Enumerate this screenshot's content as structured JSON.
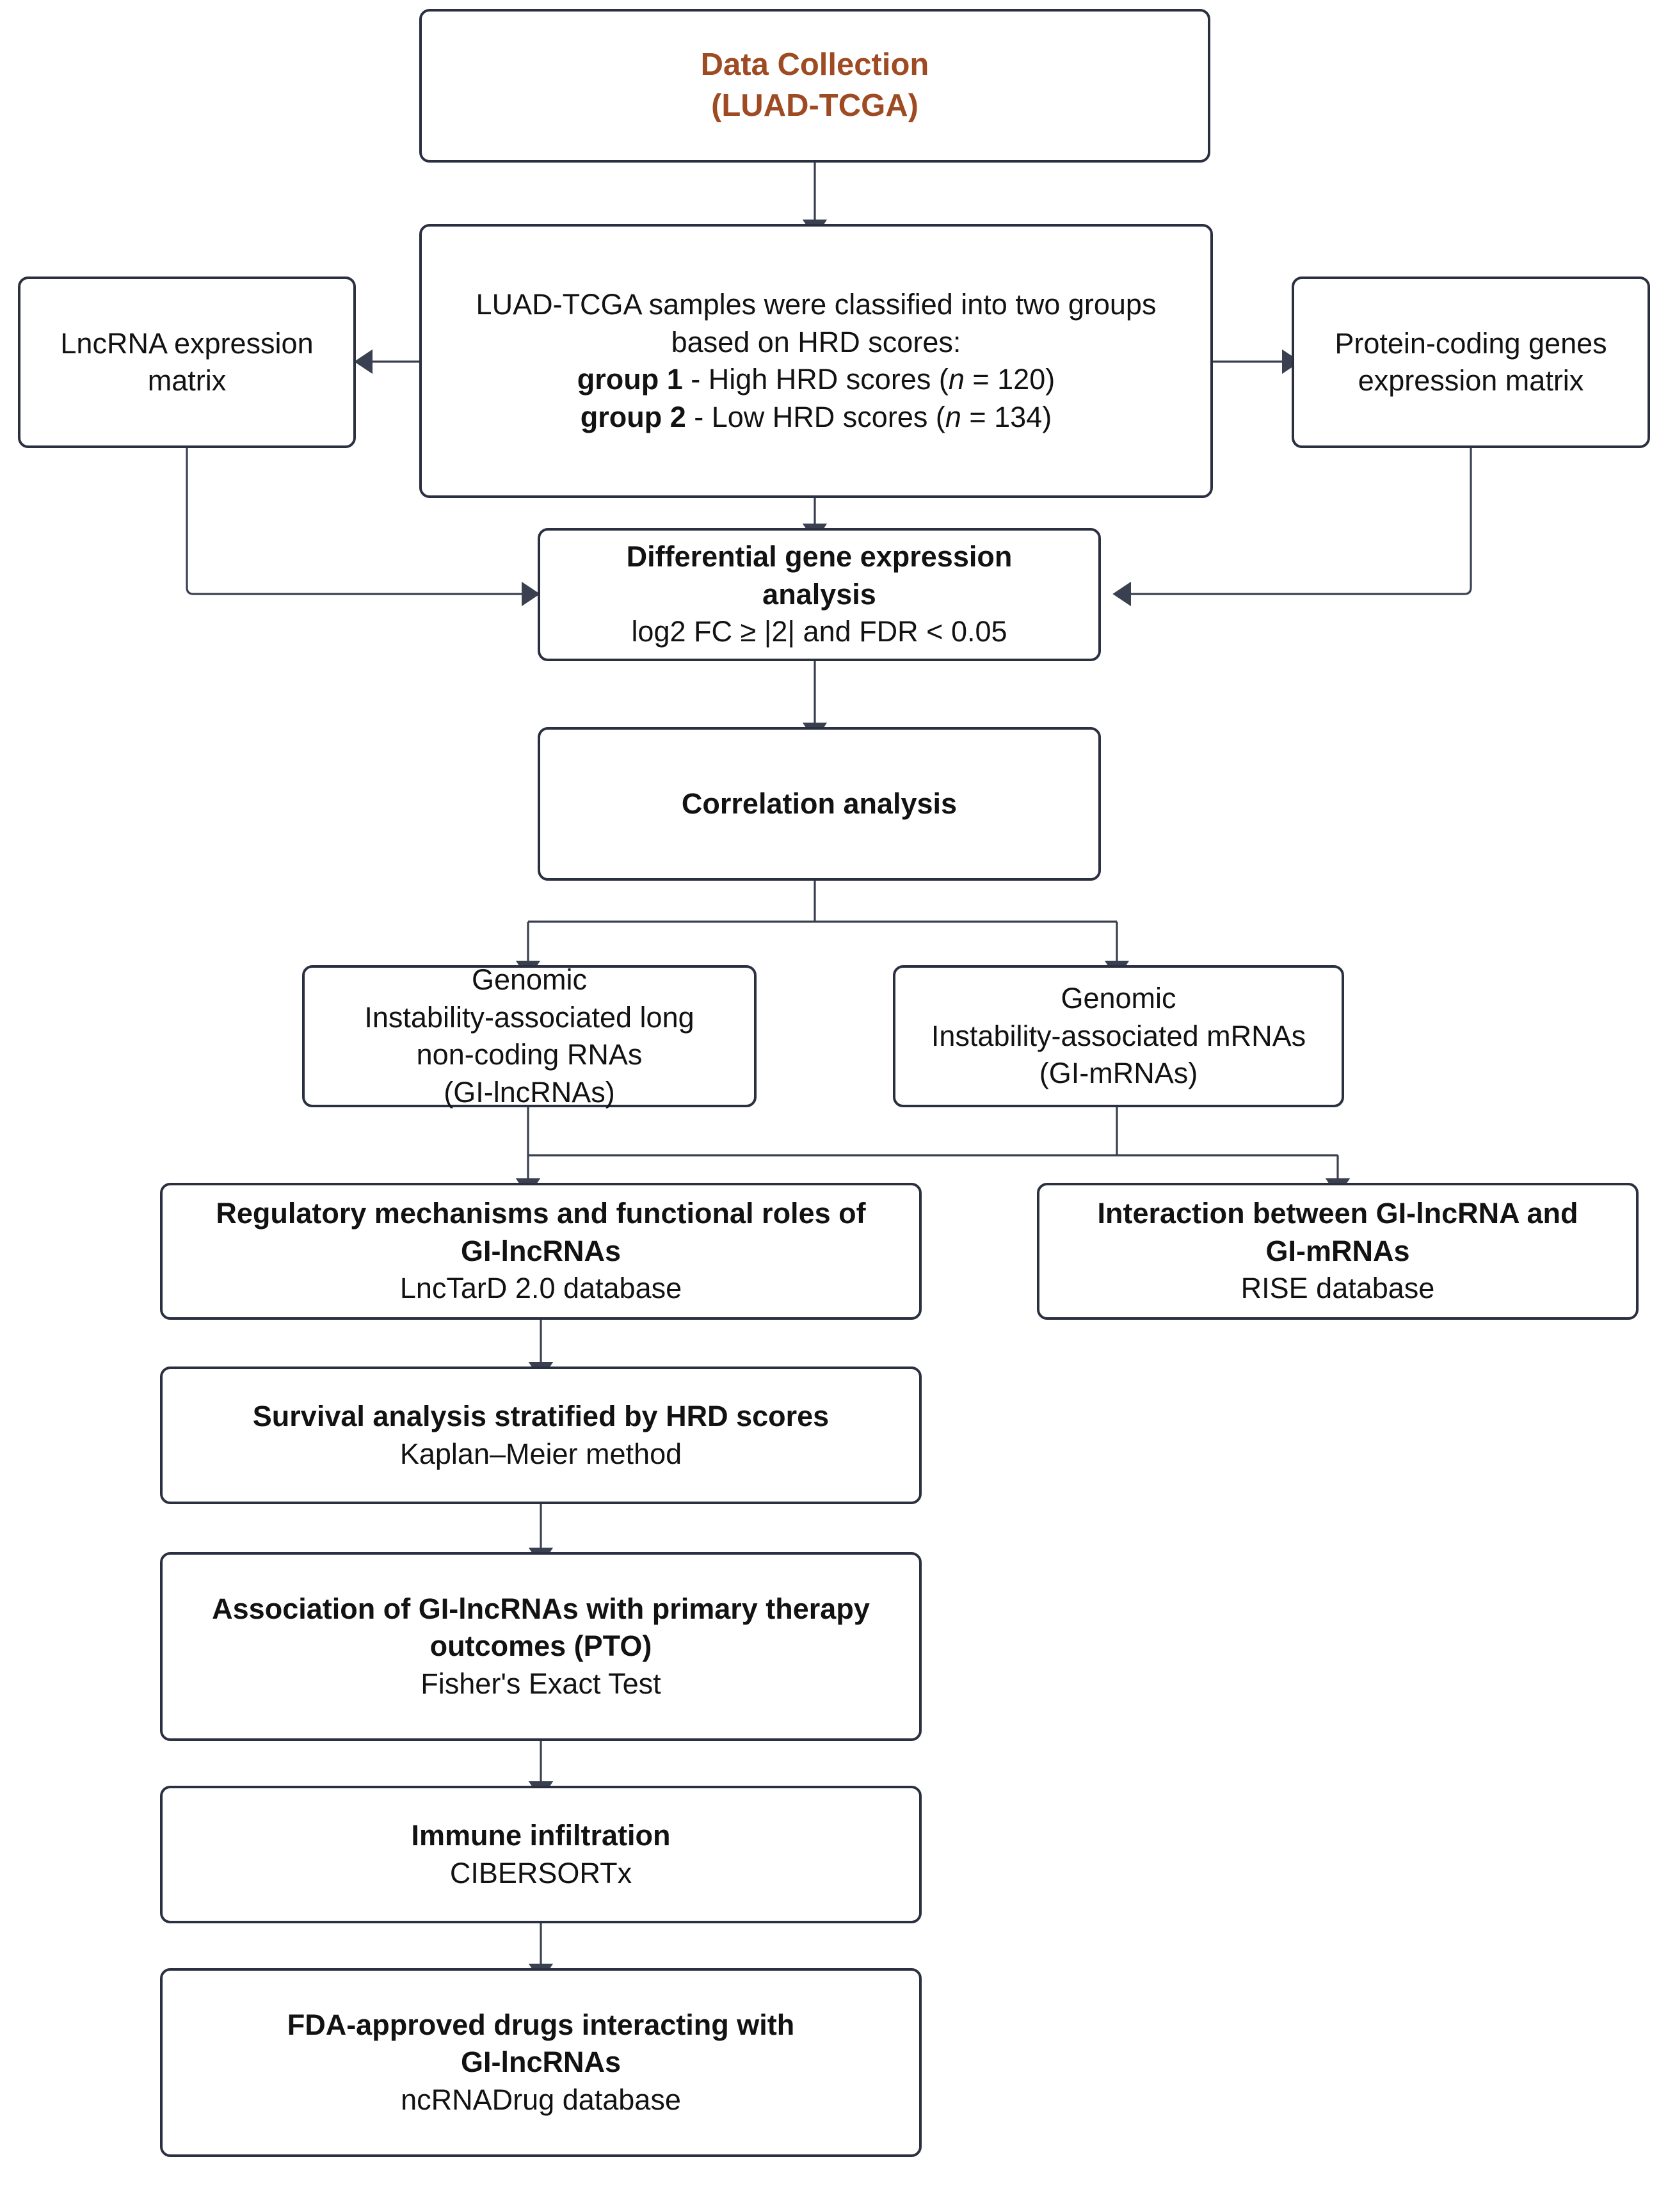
{
  "diagram": {
    "title": "Study workflow flowchart",
    "colors": {
      "accent_title": "#9E4A22",
      "node_border": "#2b3040",
      "connector": "#3a4050",
      "background": "#ffffff",
      "text": "#121212"
    },
    "nodes": {
      "data_collection": {
        "line1": "Data Collection",
        "line2": "(LUAD-TCGA)"
      },
      "classification": {
        "line1": "LUAD-TCGA samples were classified into two groups",
        "line2": "based on HRD scores:",
        "group1_label": "group 1",
        "group1_rest_pre": " - High HRD scores (",
        "group1_n": "n",
        "group1_rest_post": " = 120)",
        "group2_label": "group 2",
        "group2_rest_pre": " - Low HRD scores (",
        "group2_n": "n",
        "group2_rest_post": " = 134)"
      },
      "lncrna_matrix": {
        "line1": "LncRNA expression",
        "line2": "matrix"
      },
      "protein_matrix": {
        "line1": "Protein-coding genes",
        "line2": "expression matrix"
      },
      "differential": {
        "line1": "Differential gene expression",
        "line2": "analysis",
        "line3": "log2 FC ≥ |2| and FDR < 0.05"
      },
      "correlation": {
        "line1": "Correlation analysis"
      },
      "gi_lncrnas": {
        "line1": "Genomic",
        "line2": "Instability-associated long",
        "line3": "non-coding RNAs",
        "line4": "(GI-lncRNAs)"
      },
      "gi_mrnas": {
        "line1": "Genomic",
        "line2": "Instability-associated mRNAs",
        "line3": "(GI-mRNAs)"
      },
      "regulatory": {
        "line1": "Regulatory mechanisms and functional roles of",
        "line2": "GI-lncRNAs",
        "line3": "LncTarD 2.0 database"
      },
      "interaction": {
        "line1": "Interaction between GI-lncRNA and",
        "line2": "GI-mRNAs",
        "line3": "RISE database"
      },
      "survival": {
        "line1": "Survival analysis stratified by HRD scores",
        "line2": "Kaplan–Meier method"
      },
      "association_pto": {
        "line1": "Association of GI-lncRNAs with primary therapy",
        "line2": "outcomes (PTO)",
        "line3": "Fisher's Exact Test"
      },
      "immune": {
        "line1": "Immune infiltration",
        "line2": "CIBERSORTx"
      },
      "fda_drugs": {
        "line1": "FDA-approved drugs interacting with",
        "line2": "GI-lncRNAs",
        "line3": "ncRNADrug database"
      }
    }
  }
}
